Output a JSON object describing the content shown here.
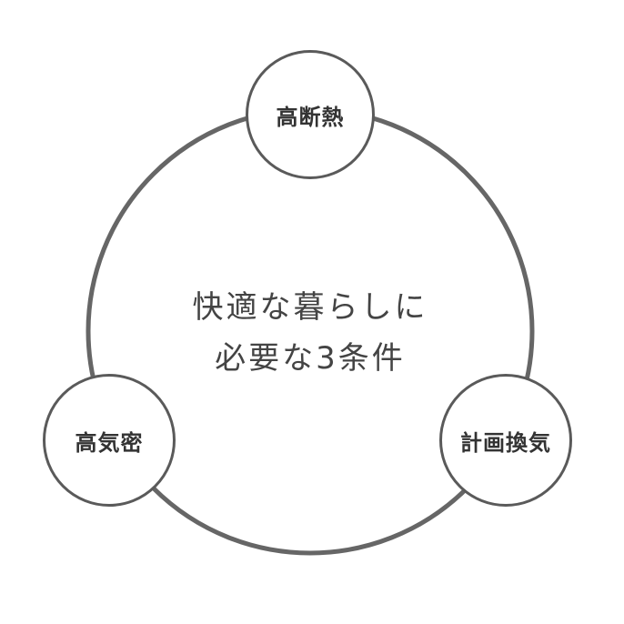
{
  "center": {
    "line1": "快適な暮らしに",
    "line2": "必要な3条件"
  },
  "nodes": {
    "top": "高断熱",
    "left": "高気密",
    "right": "計画換気"
  },
  "colors": {
    "ring": "#666666",
    "node_border": "#5a5a5a",
    "text": "#444444"
  }
}
